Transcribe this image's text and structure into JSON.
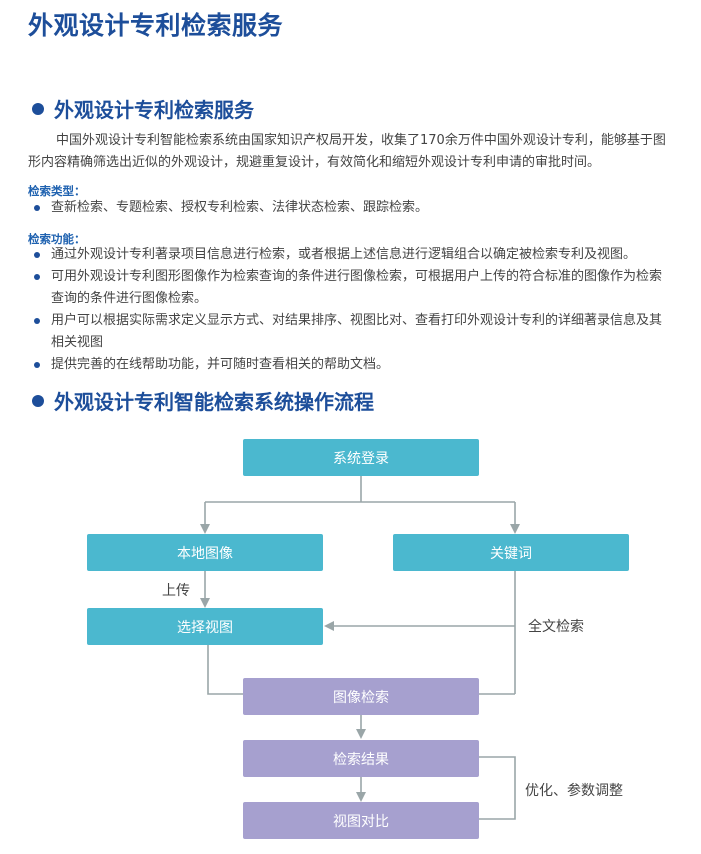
{
  "page_title": "外观设计专利检索服务",
  "section1": {
    "heading": "外观设计专利检索服务",
    "intro": "中国外观设计专利智能检索系统由国家知识产权局开发，收集了170余万件中国外观设计专利，能够基于图形内容精确筛选出近似的外观设计，规避重复设计，有效简化和缩短外观设计专利申请的审批时间。",
    "search_types_label": "检索类型：",
    "search_types": [
      "查新检索、专题检索、授权专利检索、法律状态检索、跟踪检索。"
    ],
    "functions_label": "检索功能：",
    "functions": [
      "通过外观设计专利著录项目信息进行检索，或者根据上述信息进行逻辑组合以确定被检索专利及视图。",
      "可用外观设计专利图形图像作为检索查询的条件进行图像检索，可根据用户上传的符合标准的图像作为检索查询的条件进行图像检索。",
      "用户可以根据实际需求定义显示方式、对结果排序、视图比对、查看打印外观设计专利的详细著录信息及其相关视图",
      "提供完善的在线帮助功能，并可随时查看相关的帮助文档。"
    ]
  },
  "section2": {
    "heading": "外观设计专利智能检索系统操作流程",
    "flow": {
      "login": "系统登录",
      "local_image": "本地图像",
      "keyword": "关键词",
      "select_view": "选择视图",
      "image_search": "图像检索",
      "search_result": "检索结果",
      "view_compare": "视图对比",
      "upload_label": "上传",
      "fulltext_label": "全文检索",
      "optimize_label": "优化、参数调整"
    }
  },
  "colors": {
    "heading": "#1d4e9a",
    "label": "#1f62b0",
    "teal_node": "#4bb8cf",
    "purple_node": "#a6a0cf",
    "connector": "#9aa6a8"
  }
}
